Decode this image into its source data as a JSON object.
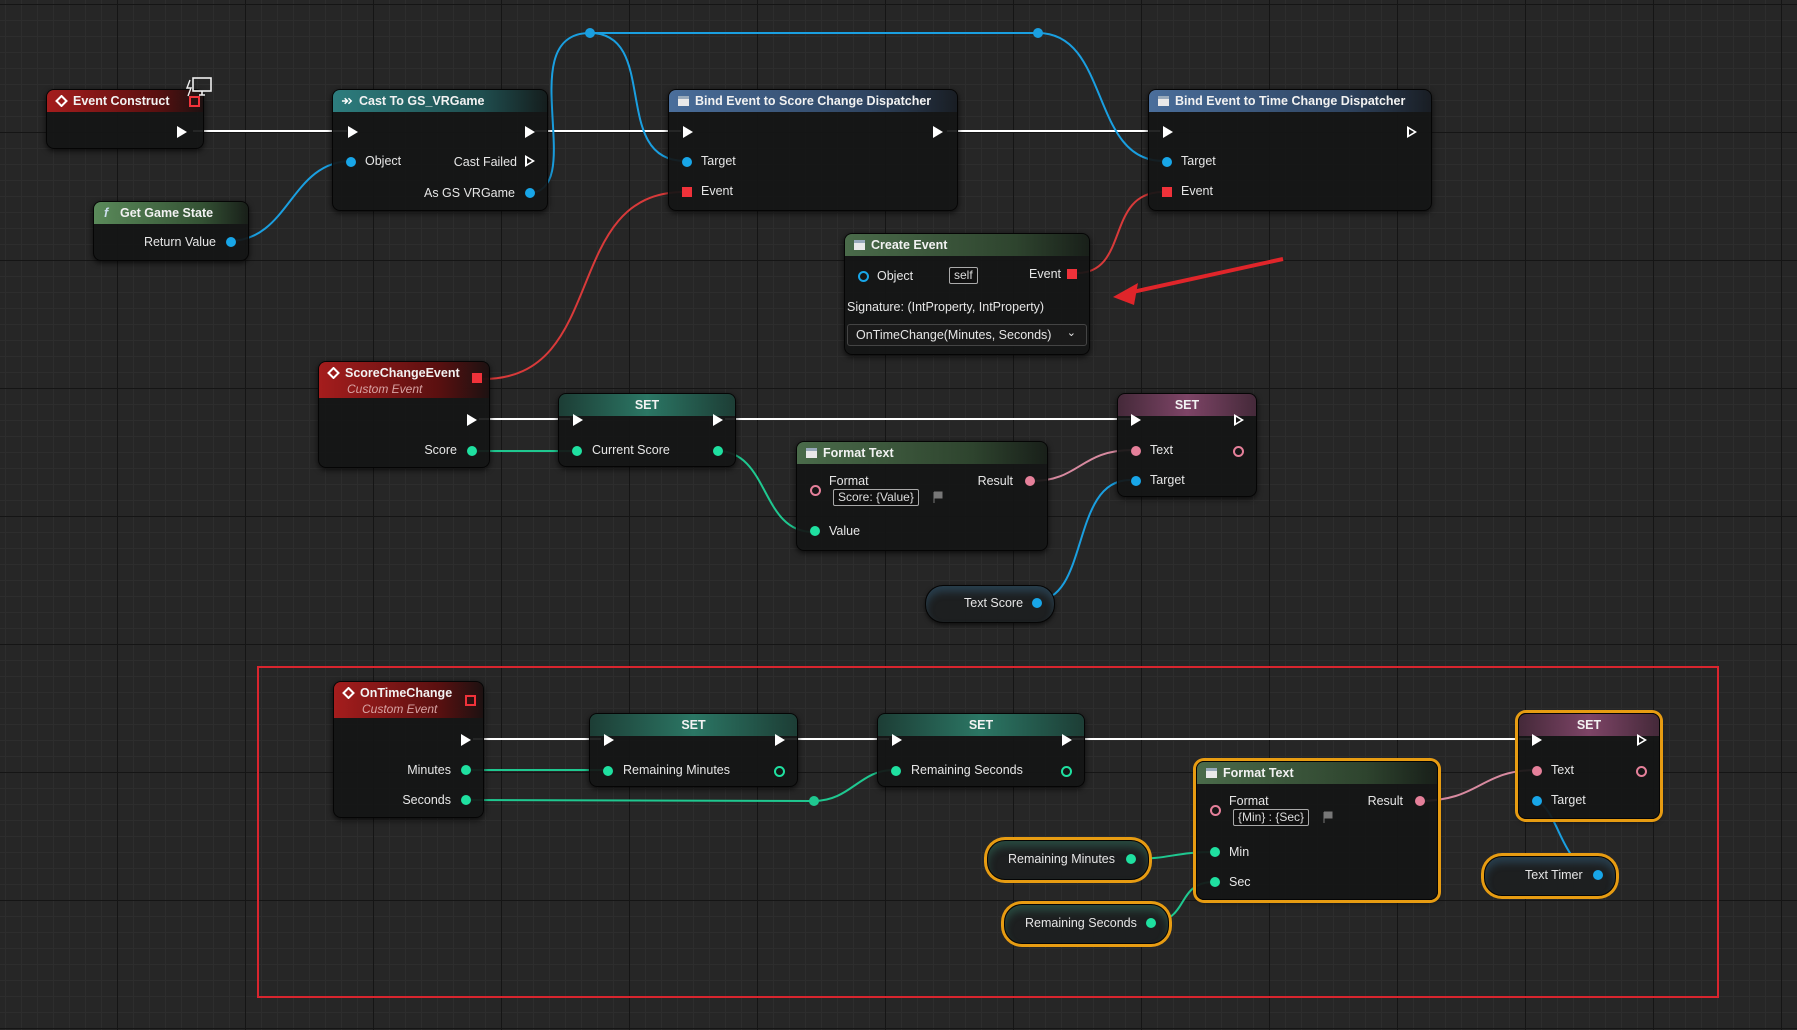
{
  "colors": {
    "exec": "#ffffff",
    "object": "#18a6e8",
    "int": "#1fe0a0",
    "text": "#e5809a",
    "delegate": "#f0323a",
    "comment": "#d9252e",
    "selection": "#e79c12",
    "arrow": "#e0252a"
  },
  "nodes": {
    "event_construct": {
      "title": "Event Construct"
    },
    "get_game_state": {
      "title": "Get Game State",
      "out": "Return Value"
    },
    "cast": {
      "title": "Cast To GS_VRGame",
      "object": "Object",
      "cast_failed": "Cast Failed",
      "as": "As GS VRGame"
    },
    "bind_score": {
      "title": "Bind Event to Score Change Dispatcher",
      "target": "Target",
      "event": "Event"
    },
    "bind_time": {
      "title": "Bind Event to Time Change Dispatcher",
      "target": "Target",
      "event": "Event"
    },
    "create_event": {
      "title": "Create Event",
      "object": "Object",
      "object_value": "self",
      "event": "Event",
      "signature": "Signature: (IntProperty, IntProperty)",
      "function": "OnTimeChange(Minutes, Seconds)"
    },
    "score_event": {
      "title": "ScoreChangeEvent",
      "subtitle": "Custom Event",
      "out": "Score"
    },
    "set_score": {
      "title": "SET",
      "var": "Current Score"
    },
    "format_score": {
      "title": "Format Text",
      "format": "Format",
      "format_value": "Score: {Value}",
      "result": "Result",
      "value": "Value"
    },
    "set_text_score": {
      "title": "SET",
      "text": "Text",
      "target": "Target"
    },
    "var_text_score": {
      "label": "Text Score"
    },
    "time_event": {
      "title": "OnTimeChange",
      "subtitle": "Custom Event",
      "minutes": "Minutes",
      "seconds": "Seconds"
    },
    "set_min": {
      "title": "SET",
      "var": "Remaining Minutes"
    },
    "set_sec": {
      "title": "SET",
      "var": "Remaining Seconds"
    },
    "format_time": {
      "title": "Format Text",
      "format": "Format",
      "format_value": "{Min} : {Sec}",
      "result": "Result",
      "min": "Min",
      "sec": "Sec"
    },
    "set_text_timer": {
      "title": "SET",
      "text": "Text",
      "target": "Target"
    },
    "var_rem_min": {
      "label": "Remaining Minutes"
    },
    "var_rem_sec": {
      "label": "Remaining Seconds"
    },
    "var_text_timer": {
      "label": "Text Timer"
    }
  }
}
